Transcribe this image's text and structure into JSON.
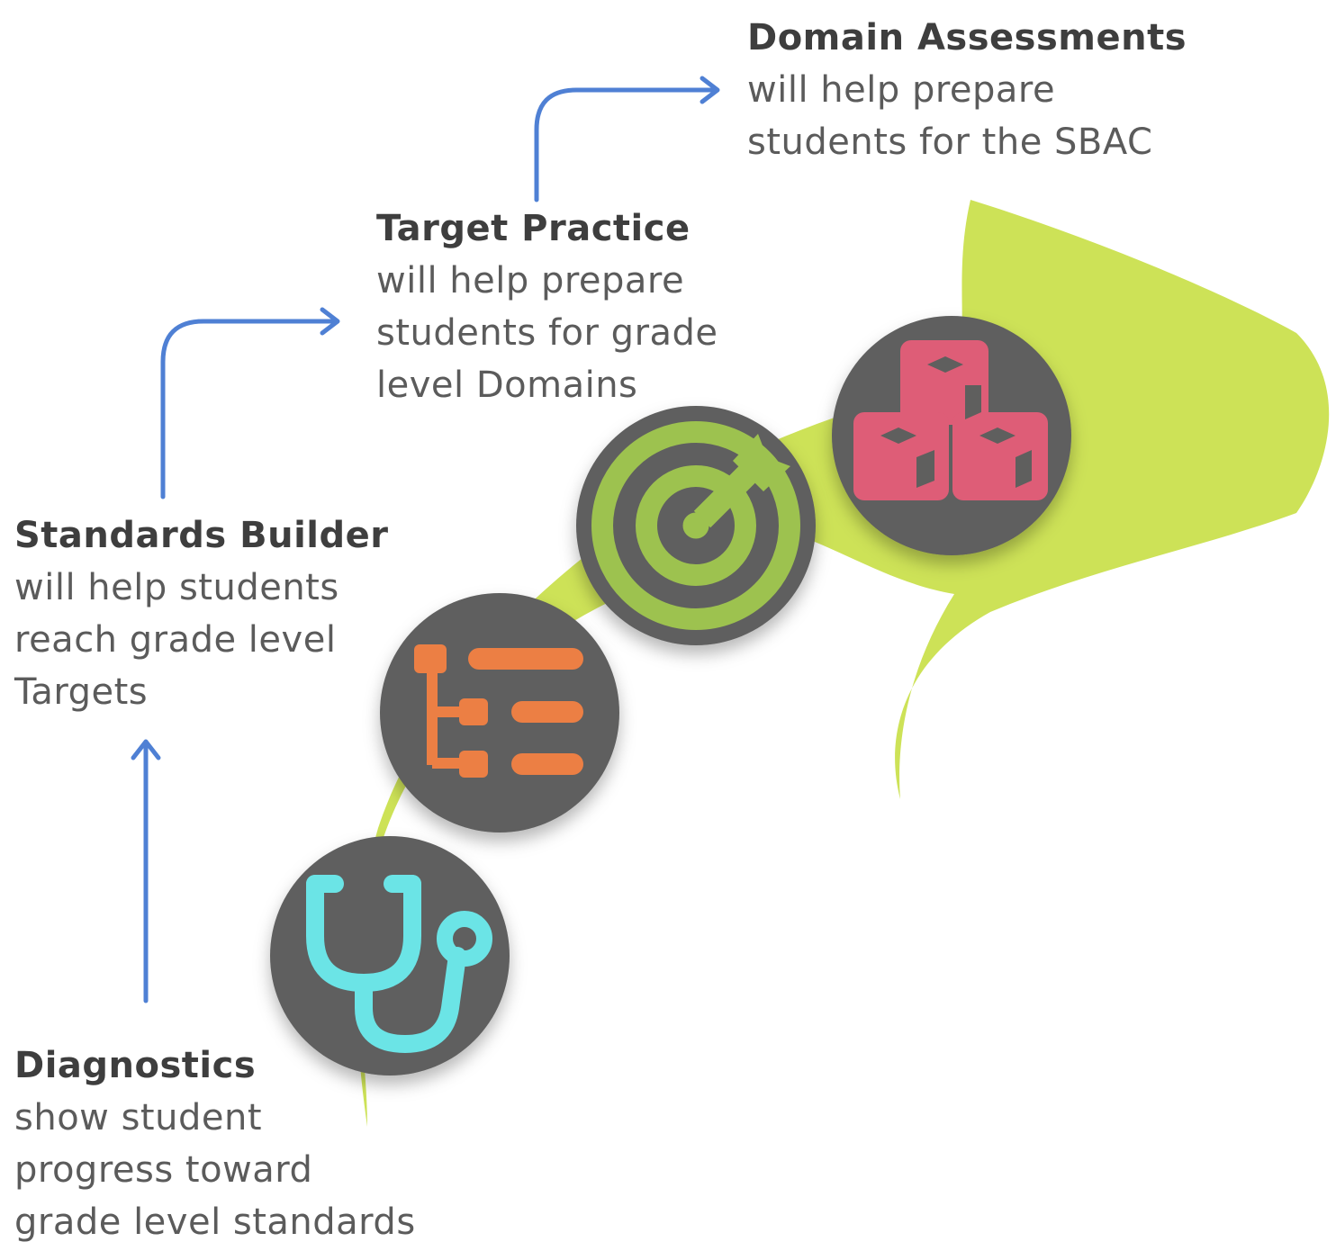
{
  "colors": {
    "ribbon": "#cde257",
    "circle": "#5f5f5e",
    "arrow": "#4f80d4",
    "title_text": "#3e3e3e",
    "body_text": "#5b5b5b",
    "stethoscope": "#6be4e6",
    "hierarchy": "#ec7f44",
    "target": "#9dc24f",
    "cubes": "#de5d77"
  },
  "steps": [
    {
      "title": "Diagnostics",
      "lines": [
        "show student",
        "progress toward",
        "grade level standards"
      ],
      "icon": "stethoscope-icon"
    },
    {
      "title": "Standards Builder",
      "lines": [
        "will help students",
        "reach grade level",
        "Targets"
      ],
      "icon": "hierarchy-list-icon"
    },
    {
      "title": "Target Practice",
      "lines": [
        "will help prepare",
        "students for grade",
        "level Domains"
      ],
      "icon": "target-arrow-icon"
    },
    {
      "title": "Domain Assessments",
      "lines": [
        "will help prepare",
        "students for the SBAC"
      ],
      "icon": "cubes-icon"
    }
  ]
}
